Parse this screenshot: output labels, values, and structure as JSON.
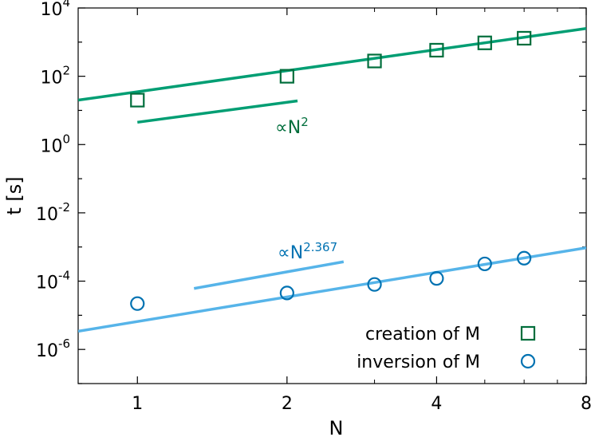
{
  "chart_data": {
    "type": "scatter",
    "xlabel": "N",
    "ylabel": "t [s]",
    "x_scale": "log2",
    "y_scale": "log10",
    "xlim": [
      0.76,
      8
    ],
    "ylim_exp": [
      -7,
      4
    ],
    "x_ticks": [
      1,
      2,
      4,
      8
    ],
    "x_tick_labels": [
      "1",
      "2",
      "4",
      "8"
    ],
    "y_ticks_exp": [
      -6,
      -4,
      -2,
      0,
      2,
      4
    ],
    "y_tick_base": "10",
    "y_tick_exponents": [
      "-6",
      "-4",
      "-2",
      "0",
      "2",
      "4"
    ],
    "grid": false,
    "legend_position": "bottom-right",
    "colors": {
      "creation": "#006E3C",
      "creation_fit": "#009E73",
      "inversion": "#0072B2",
      "inversion_fit": "#56B4E9"
    },
    "series": [
      {
        "name": "creation of M",
        "marker": "square",
        "x": [
          1,
          2,
          3,
          4,
          5,
          6
        ],
        "y": [
          20,
          100,
          280,
          580,
          950,
          1300
        ]
      },
      {
        "name": "inversion of M",
        "marker": "circle",
        "x": [
          1,
          2,
          3,
          4,
          5,
          6
        ],
        "y": [
          2.2e-05,
          4.5e-05,
          8e-05,
          0.00012,
          0.00032,
          0.00047
        ]
      }
    ],
    "fit_lines": [
      {
        "series": "creation of M",
        "x": [
          0.76,
          8
        ],
        "y": [
          20,
          2500
        ]
      },
      {
        "series": "inversion of M",
        "x": [
          0.76,
          8
        ],
        "y": [
          3.4e-06,
          0.00095
        ]
      }
    ],
    "reference_lines": [
      {
        "series": "creation of M",
        "x": [
          1,
          2.1
        ],
        "y": [
          4.5,
          19
        ]
      },
      {
        "series": "inversion of M",
        "x": [
          1.3,
          2.6
        ],
        "y": [
          6.1e-05,
          0.00037
        ]
      }
    ],
    "annotations": [
      {
        "base": "∝N",
        "exponent": "2",
        "color": "#006E3C"
      },
      {
        "base": "∝N",
        "exponent": "2.367",
        "color": "#0072B2"
      }
    ]
  }
}
